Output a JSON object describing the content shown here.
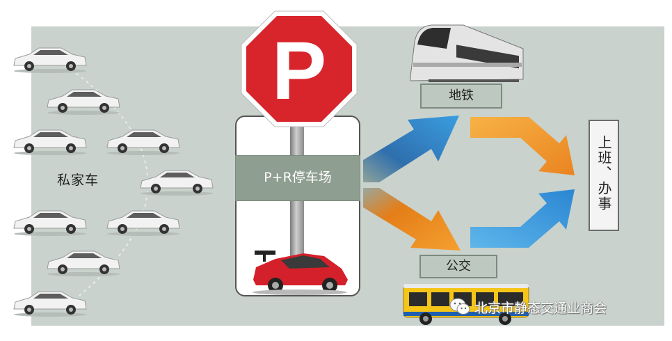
{
  "labels": {
    "private_car": "私家车",
    "parking_lot": "P+R停车场",
    "subway": "地铁",
    "bus": "公交",
    "destination": "上班、办事",
    "sign_letter": "P",
    "watermark": "北京市静态交通业商会"
  },
  "icons": {
    "sign": "parking-sign-icon",
    "train": "subway-train-icon",
    "bus": "bus-icon",
    "car": "car-icon",
    "watermark": "wechat-icon"
  },
  "colors": {
    "panel": "#c9d2cc",
    "sign_red": "#d8242b",
    "arrow_blue": "#2f88d0",
    "arrow_orange": "#ef8d1e",
    "lot_band": "#8e9e90"
  }
}
